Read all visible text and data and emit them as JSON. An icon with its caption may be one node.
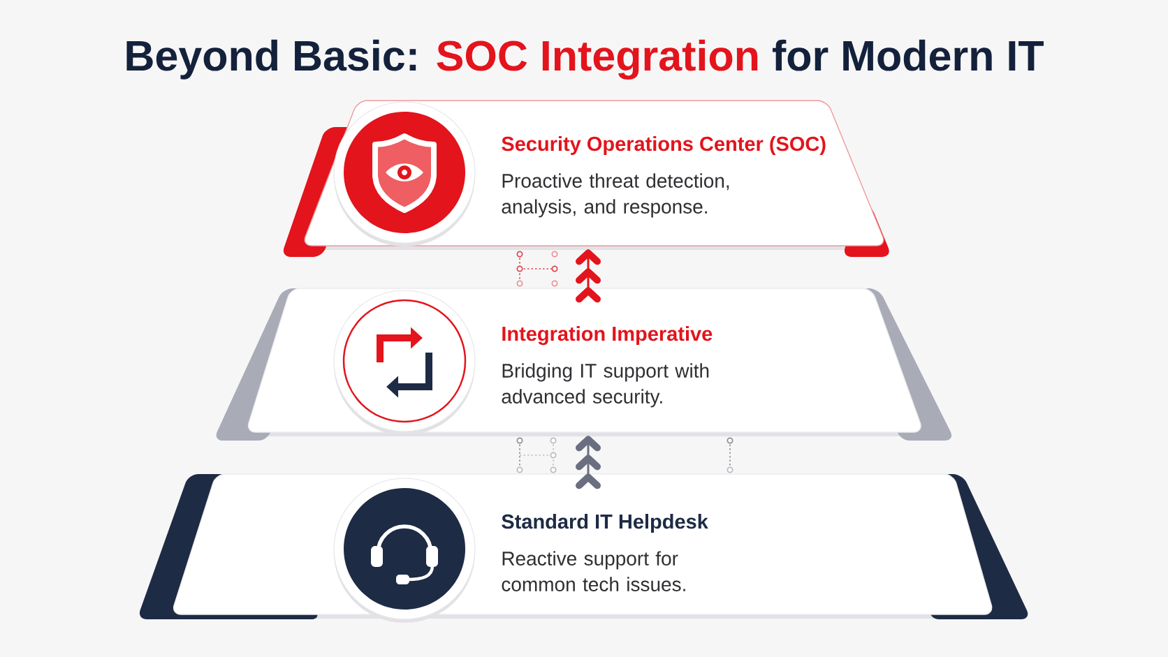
{
  "diagram": {
    "title": "Beyond Basic: **SOC Integration** for Modern IT",
    "nodes": [
      {
        "text": [
          "Security Operations Center (SOC)",
          "Proactive threat detection, analysis, and response."
        ]
      },
      {
        "text": [
          "Integration Imperative",
          "Bridging IT support with advanced security."
        ]
      },
      {
        "text": [
          "Standard IT Helpdesk",
          "Reactive support for common tech issues."
        ]
      }
    ],
    "edges": [
      {
        "from": 1,
        "to": 0,
        "arrow": "to",
        "color": "#e3141c"
      },
      {
        "from": 2,
        "to": 1,
        "arrow": "to",
        "color": "#6b6e80"
      }
    ]
  }
}
